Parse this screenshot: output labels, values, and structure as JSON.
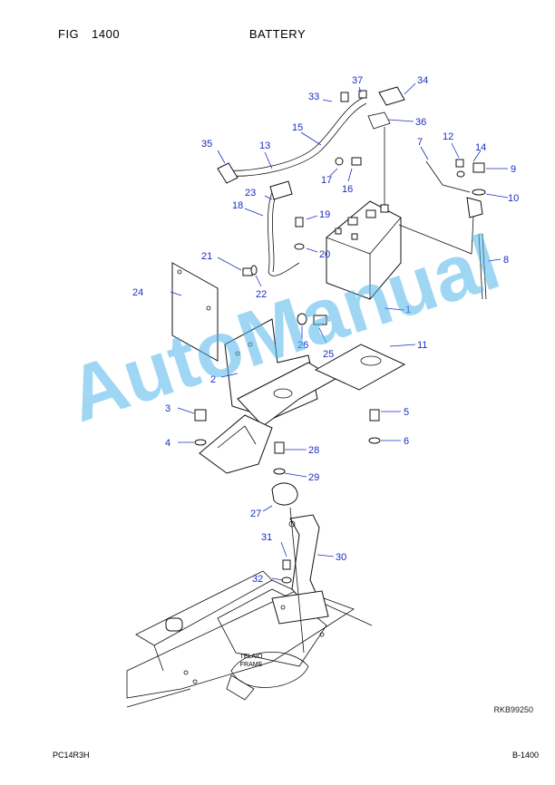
{
  "header": {
    "fig_label": "FIG",
    "fig_number": "1400",
    "title": "BATTERY"
  },
  "footer": {
    "model": "PC14R3H",
    "page": "B-1400"
  },
  "diagram": {
    "reference_code": "RKB99250",
    "frame_label_line1": "TELAIO",
    "frame_label_line2": "FRAME",
    "callouts": [
      "1",
      "2",
      "3",
      "4",
      "5",
      "6",
      "7",
      "8",
      "9",
      "10",
      "11",
      "12",
      "13",
      "14",
      "15",
      "16",
      "17",
      "18",
      "19",
      "20",
      "21",
      "22",
      "23",
      "24",
      "25",
      "26",
      "27",
      "28",
      "29",
      "30",
      "31",
      "32",
      "33",
      "34",
      "35",
      "36",
      "37"
    ]
  },
  "watermark": {
    "text": "AutoManual"
  },
  "colors": {
    "callout": "#1a2fbf",
    "watermark": "#50b4eb"
  }
}
